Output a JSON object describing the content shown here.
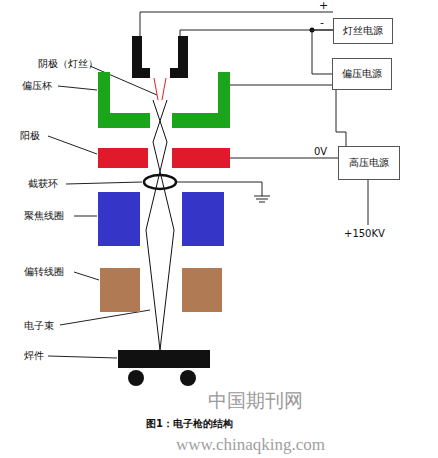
{
  "diagram": {
    "caption": "图1：电子枪的结构",
    "nodes": [
      {
        "text": [
          "灯丝电源"
        ]
      },
      {
        "text": [
          "偏压电源"
        ]
      },
      {
        "text": [
          "高压电源"
        ]
      }
    ],
    "edges": [
      {
        "from": 0,
        "to": 1,
        "arrow": "none"
      },
      {
        "from": 1,
        "to": 2,
        "arrow": "none"
      }
    ],
    "labels": [
      "+",
      "-",
      "0V",
      "+150KV",
      "阴极（灯丝）",
      "偏压杯",
      "阳极",
      "截获环",
      "聚焦线圈",
      "偏转线圈",
      "电子束",
      "焊件",
      "中国期刊网",
      "www.chinaqking.com"
    ]
  }
}
